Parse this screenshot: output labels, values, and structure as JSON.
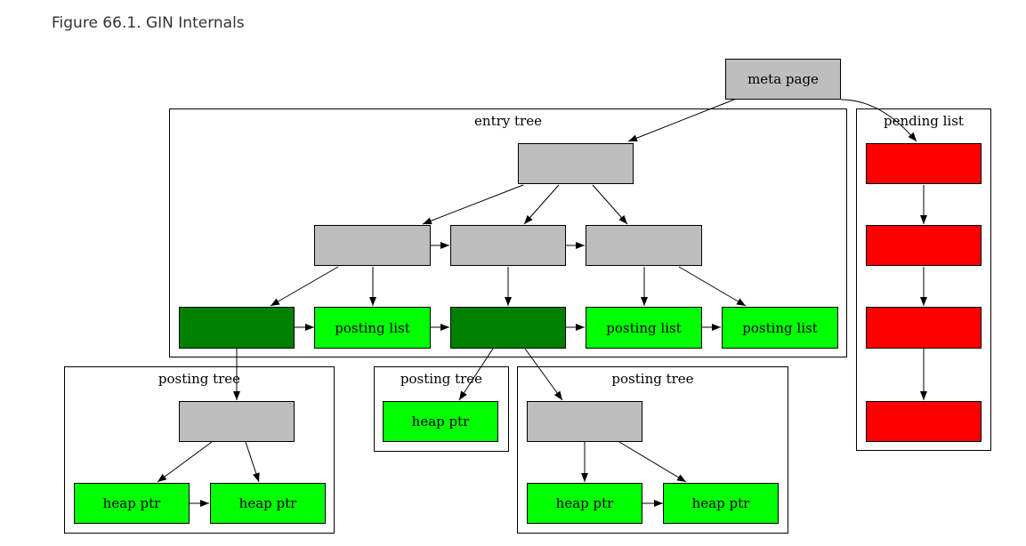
{
  "caption": "Figure 66.1. GIN Internals",
  "clusters": {
    "entry_tree": "entry tree",
    "pending_list": "pending list",
    "posting_tree_1": "posting tree",
    "posting_tree_2": "posting tree",
    "posting_tree_3": "posting tree"
  },
  "nodes": {
    "meta_page": "meta page",
    "posting_list": "posting list",
    "heap_ptr": "heap ptr"
  },
  "colors": {
    "internal_page": "#bebebe",
    "pending_page": "#ff0000",
    "posting_item": "#00ff00",
    "posting_tree_root": "#008000"
  }
}
